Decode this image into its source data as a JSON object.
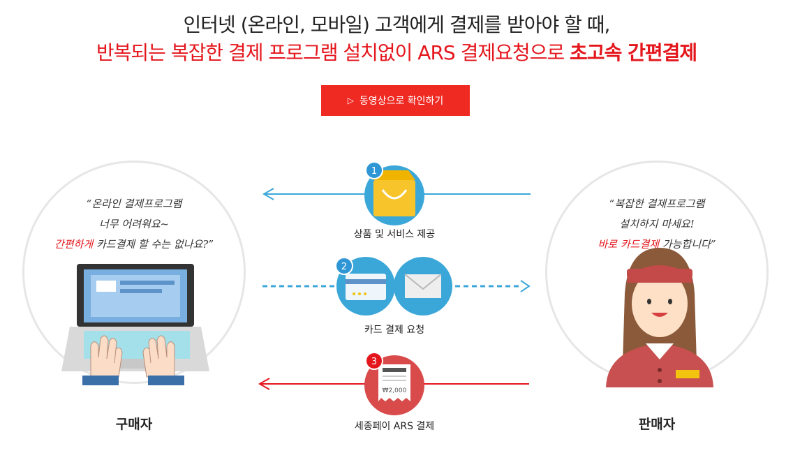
{
  "headline": {
    "line1": "인터넷 (온라인, 모바일) 고객에게 결제를 받아야 할 때,",
    "line2_prefix": "반복되는 복잡한 결제 프로그램 설치없이 ARS 결제요청으로 ",
    "line2_emphasis": "초고속 간편결제"
  },
  "video_button": {
    "icon": "play-outline-icon",
    "label": "동영상으로 확인하기"
  },
  "buyer": {
    "quote_line1": "“온라인 결제프로그램",
    "quote_line2": "너무 어려워요~",
    "quote_line3_red": "간편하게",
    "quote_line3_rest": " 카드결제 할 수는 없나요?”",
    "label": "구매자"
  },
  "seller": {
    "quote_line1": "“복잡한 결제프로그램",
    "quote_line2": "설치하지 마세요!",
    "quote_line3_red": "바로 카드결제",
    "quote_line3_rest": " 가능합니다”",
    "label": "판매자"
  },
  "steps": [
    {
      "number": "1",
      "label": "상품 및 서비스 제공",
      "color": "#3ba7d9"
    },
    {
      "number": "2",
      "label": "카드 결제 요청",
      "color": "#3ba7d9"
    },
    {
      "number": "3",
      "label": "세종페이 ARS 결제",
      "color": "#e4161c"
    }
  ],
  "receipt_amount": "₩2,000",
  "colors": {
    "accent_red": "#e4161c",
    "accent_blue": "#3ba7d9",
    "button_red": "#ef2a23"
  }
}
